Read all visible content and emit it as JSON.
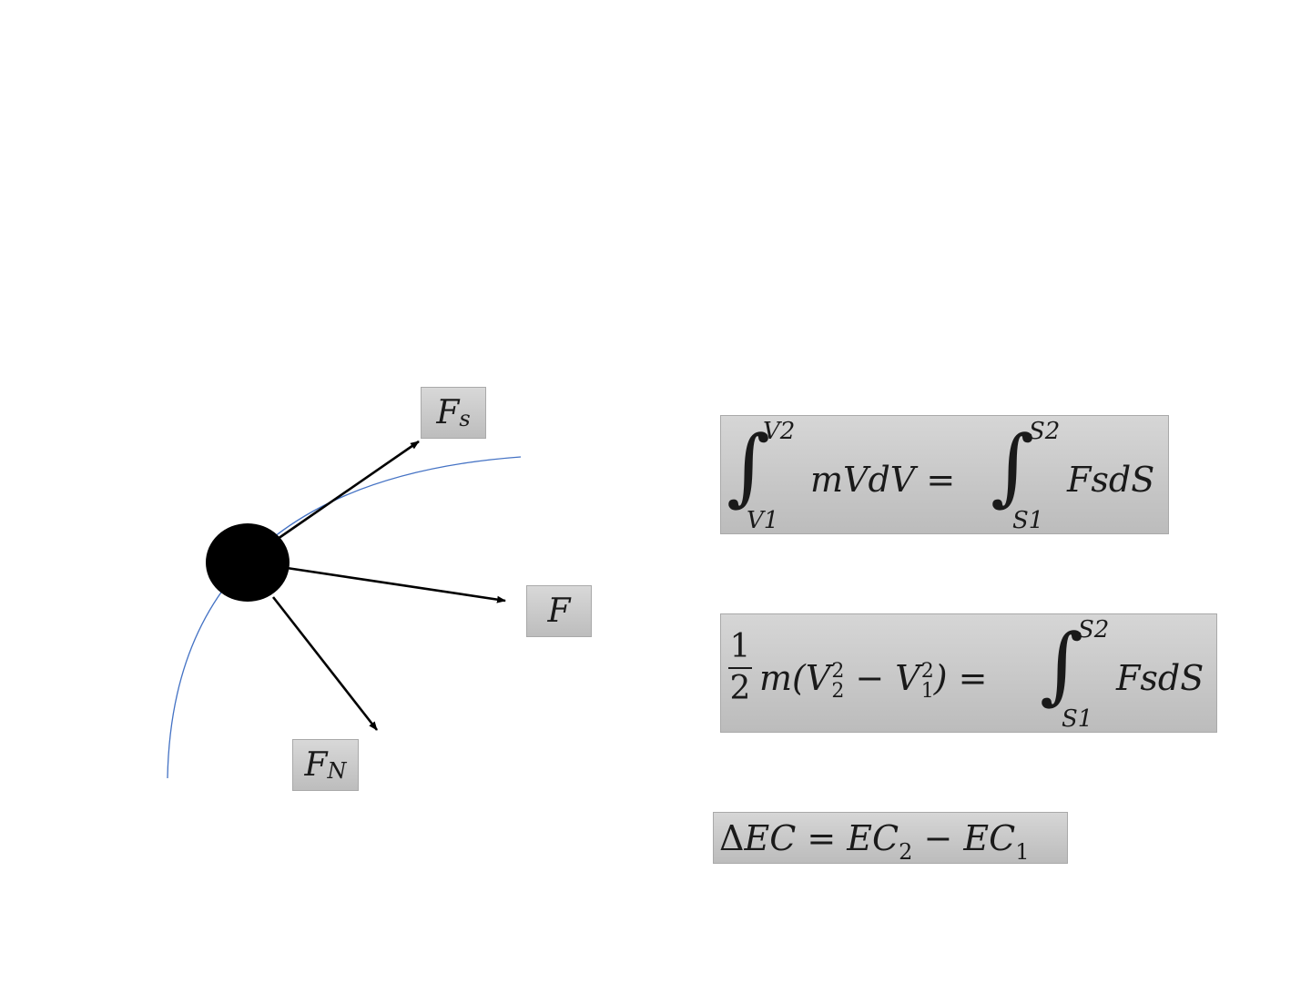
{
  "force_labels": {
    "fs": {
      "main": "F",
      "sub": "s"
    },
    "f": {
      "main": "F"
    },
    "fn": {
      "main": "F",
      "sub": "N"
    }
  },
  "equation1": {
    "left_upper": "V2",
    "left_lower": "V1",
    "left_integrand": "mVdV =",
    "right_upper": "S2",
    "right_lower": "S1",
    "right_integrand": "FsdS"
  },
  "equation2": {
    "frac_num": "1",
    "frac_den": "2",
    "m_open": "m(V",
    "v2_sup": "2",
    "v2_sub": "2",
    "minus_v": " − V",
    "v1_sup": "2",
    "v1_sub": "1",
    "close_eq": ") =",
    "right_upper": "S2",
    "right_lower": "S1",
    "right_integrand": "FsdS"
  },
  "equation3": {
    "delta": "Δ",
    "lhs": "EC =  EC",
    "sub_a": "2",
    "minus": " − EC",
    "sub_b": "1"
  },
  "colors": {
    "path": "#4472c4",
    "arrow": "#000000",
    "particle": "#000000"
  }
}
